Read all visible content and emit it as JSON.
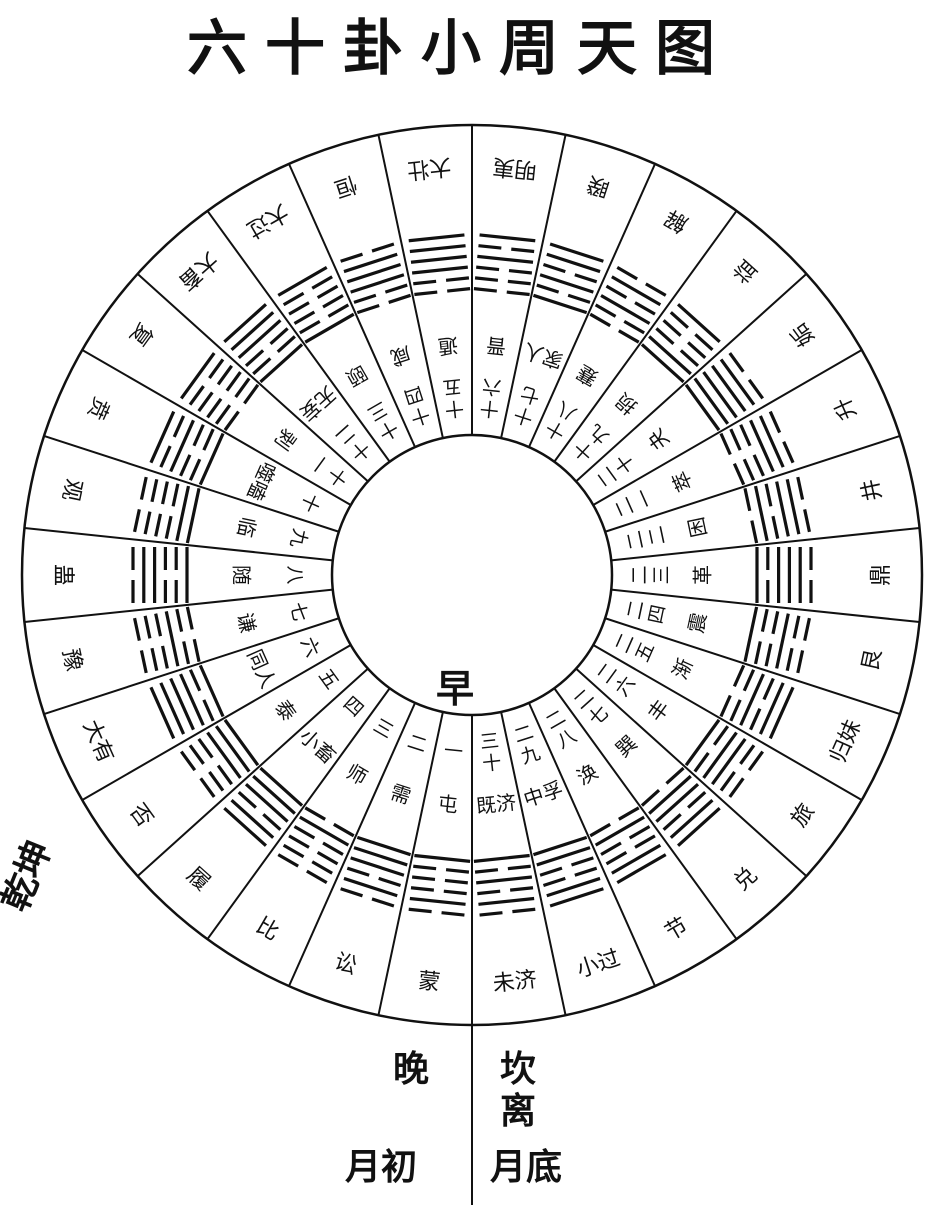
{
  "title": "六十卦小周天图",
  "center_label": "早",
  "side_labels": {
    "qian_kun": "乾坤",
    "wan": "晚",
    "kan": "坎",
    "li": "离",
    "yue_chu": "月初",
    "yue_di": "月底"
  },
  "sectors": [
    {
      "number": "一",
      "inner": "屯",
      "outer": "蒙",
      "lines": "100010"
    },
    {
      "number": "二",
      "inner": "需",
      "outer": "讼",
      "lines": "111010"
    },
    {
      "number": "三",
      "inner": "师",
      "outer": "比",
      "lines": "010000"
    },
    {
      "number": "四",
      "inner": "小畜",
      "outer": "履",
      "lines": "111011"
    },
    {
      "number": "五",
      "inner": "泰",
      "outer": "否",
      "lines": "111000"
    },
    {
      "number": "六",
      "inner": "同人",
      "outer": "大有",
      "lines": "101111"
    },
    {
      "number": "七",
      "inner": "谦",
      "outer": "豫",
      "lines": "001000"
    },
    {
      "number": "八",
      "inner": "随",
      "outer": "蛊",
      "lines": "100110"
    },
    {
      "number": "九",
      "inner": "临",
      "outer": "观",
      "lines": "110000"
    },
    {
      "number": "十",
      "inner": "噬嗑",
      "outer": "贲",
      "lines": "100101"
    },
    {
      "number": "十一",
      "inner": "剥",
      "outer": "复",
      "lines": "000001"
    },
    {
      "number": "十二",
      "inner": "无妄",
      "outer": "大畜",
      "lines": "100111"
    },
    {
      "number": "十三",
      "inner": "颐",
      "outer": "大过",
      "lines": "100001"
    },
    {
      "number": "十四",
      "inner": "咸",
      "outer": "恒",
      "lines": "001110"
    },
    {
      "number": "十五",
      "inner": "遁",
      "outer": "大壮",
      "lines": "001111"
    },
    {
      "number": "十六",
      "inner": "晋",
      "outer": "明夷",
      "lines": "000101"
    },
    {
      "number": "十七",
      "inner": "家人",
      "outer": "睽",
      "lines": "101011"
    },
    {
      "number": "十八",
      "inner": "蹇",
      "outer": "解",
      "lines": "001010"
    },
    {
      "number": "十九",
      "inner": "损",
      "outer": "益",
      "lines": "110001"
    },
    {
      "number": "二十",
      "inner": "夬",
      "outer": "姤",
      "lines": "111110"
    },
    {
      "number": "二一",
      "inner": "萃",
      "outer": "升",
      "lines": "000110"
    },
    {
      "number": "二二",
      "inner": "困",
      "outer": "井",
      "lines": "010110"
    },
    {
      "number": "二三",
      "inner": "革",
      "outer": "鼎",
      "lines": "101110"
    },
    {
      "number": "二四",
      "inner": "震",
      "outer": "艮",
      "lines": "100100"
    },
    {
      "number": "二五",
      "inner": "渐",
      "outer": "归妹",
      "lines": "001011"
    },
    {
      "number": "二六",
      "inner": "丰",
      "outer": "旅",
      "lines": "101100"
    },
    {
      "number": "二七",
      "inner": "巽",
      "outer": "兑",
      "lines": "011011"
    },
    {
      "number": "二八",
      "inner": "涣",
      "outer": "节",
      "lines": "010011"
    },
    {
      "number": "二九",
      "inner": "中孚",
      "outer": "小过",
      "lines": "110011"
    },
    {
      "number": "三十",
      "inner": "既济",
      "outer": "未济",
      "lines": "101010"
    }
  ]
}
